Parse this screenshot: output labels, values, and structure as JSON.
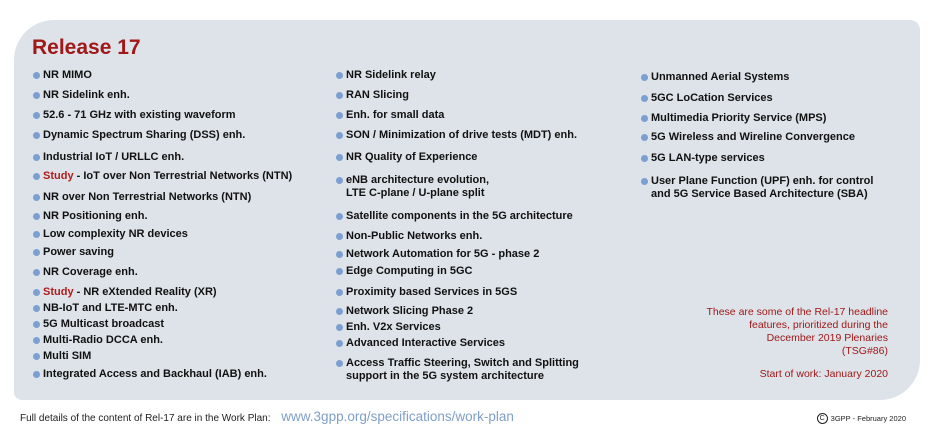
{
  "title": "Release 17",
  "columns": [
    [
      {
        "text": "NR MIMO"
      },
      {
        "text": "NR Sidelink enh."
      },
      {
        "text": "52.6 - 71 GHz with existing waveform"
      },
      {
        "text": "Dynamic Spectrum Sharing (DSS) enh."
      },
      {
        "text": "Industrial IoT / URLLC enh."
      },
      {
        "prefix": "Study",
        "text": " - IoT over Non Terrestrial Networks (NTN)"
      },
      {
        "text": "NR over Non Terrestrial Networks (NTN)"
      },
      {
        "text": "NR Positioning enh."
      },
      {
        "text": "Low complexity NR devices"
      },
      {
        "text": "Power saving"
      },
      {
        "text": "NR Coverage enh."
      },
      {
        "prefix": "Study",
        "text": " - NR eXtended Reality (XR)"
      },
      {
        "text": "NB-IoT and LTE-MTC enh."
      },
      {
        "text": "5G Multicast broadcast"
      },
      {
        "text": "Multi-Radio DCCA enh."
      },
      {
        "text": "Multi SIM"
      },
      {
        "text": "Integrated Access and Backhaul (IAB) enh."
      }
    ],
    [
      {
        "text": "NR Sidelink relay"
      },
      {
        "text": "RAN Slicing"
      },
      {
        "text": "Enh. for small data"
      },
      {
        "text": "SON / Minimization of drive tests (MDT) enh."
      },
      {
        "text": "NR Quality of Experience"
      },
      {
        "text": "eNB architecture evolution,",
        "text2": "LTE C-plane / U-plane split"
      },
      {
        "text": "Satellite components in the 5G architecture"
      },
      {
        "text": "Non-Public Networks enh."
      },
      {
        "text": "Network Automation for 5G - phase 2"
      },
      {
        "text": "Edge Computing in 5GC"
      },
      {
        "text": "Proximity based Services in 5GS"
      },
      {
        "text": "Network Slicing Phase 2"
      },
      {
        "text": "Enh. V2x Services"
      },
      {
        "text": "Advanced Interactive Services"
      },
      {
        "text": "Access Traffic Steering, Switch and Splitting",
        "text2": "support in the 5G system architecture"
      }
    ],
    [
      {
        "text": "Unmanned Aerial Systems"
      },
      {
        "text": "5GC LoCation Services"
      },
      {
        "text": "Multimedia Priority Service (MPS)"
      },
      {
        "text": "5G Wireless and Wireline Convergence"
      },
      {
        "text": "5G LAN-type services"
      },
      {
        "text": "User Plane Function (UPF) enh. for control",
        "text2": "and 5G Service Based Architecture (SBA)"
      }
    ]
  ],
  "note": {
    "lines": [
      "These are some of the Rel-17 headline",
      "features, prioritized during the",
      "December 2019 Plenaries",
      "(TSG#86)"
    ],
    "start": "Start of work: January 2020"
  },
  "footer": {
    "text": "Full details of the content of Rel-17 are in the Work Plan:",
    "link": "www.3gpp.org/specifications/work-plan",
    "copyright": "3GPP - February 2020"
  },
  "colors": {
    "accent": "#a01818",
    "bullet": "#7b9fd0",
    "panel": "#dde3e9",
    "link": "#7f9fc8"
  }
}
